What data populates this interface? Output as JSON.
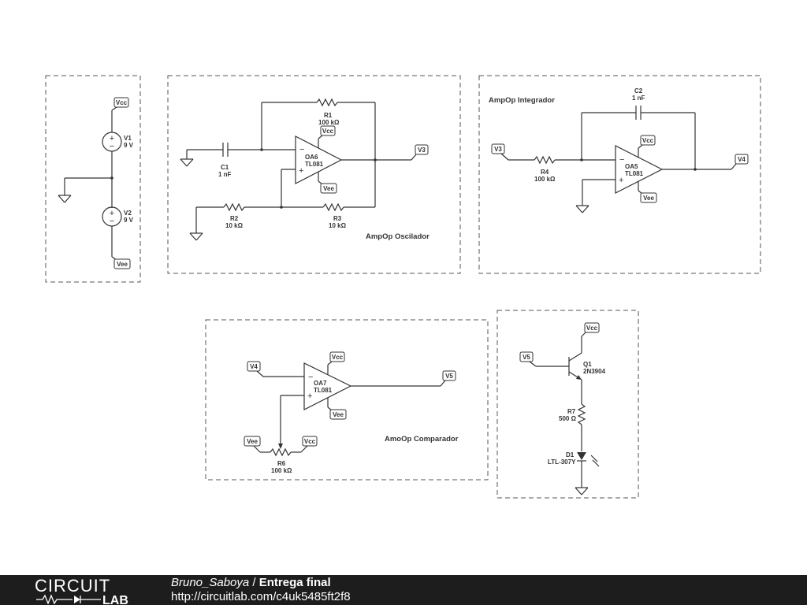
{
  "blocks": {
    "oscillator": "AmpOp Oscilador",
    "integrator": "AmpOp Integrador",
    "comparator": "AmoOp Comparador"
  },
  "nets": {
    "vcc": "Vcc",
    "vee": "Vee",
    "v3": "V3",
    "v4": "V4",
    "v5": "V5"
  },
  "components": {
    "V1": {
      "name": "V1",
      "value": "9 V"
    },
    "V2": {
      "name": "V2",
      "value": "9 V"
    },
    "OA6": {
      "name": "OA6",
      "value": "TL081"
    },
    "OA5": {
      "name": "OA5",
      "value": "TL081"
    },
    "OA7": {
      "name": "OA7",
      "value": "TL081"
    },
    "R1": {
      "name": "R1",
      "value": "100 kΩ"
    },
    "R2": {
      "name": "R2",
      "value": "10 kΩ"
    },
    "R3": {
      "name": "R3",
      "value": "10 kΩ"
    },
    "R4": {
      "name": "R4",
      "value": "100 kΩ"
    },
    "R6": {
      "name": "R6",
      "value": "100 kΩ"
    },
    "R7": {
      "name": "R7",
      "value": "500 Ω"
    },
    "C1": {
      "name": "C1",
      "value": "1 nF"
    },
    "C2": {
      "name": "C2",
      "value": "1 nF"
    },
    "Q1": {
      "name": "Q1",
      "value": "2N3904"
    },
    "D1": {
      "name": "D1",
      "value": "LTL-307Y"
    }
  },
  "footer": {
    "logo_top": "CIRCUIT",
    "logo_bottom": "LAB",
    "author": "Bruno_Saboya",
    "separator": " / ",
    "title": "Entrega final",
    "url": "http://circuitlab.com/c4uk5485ft2f8"
  }
}
